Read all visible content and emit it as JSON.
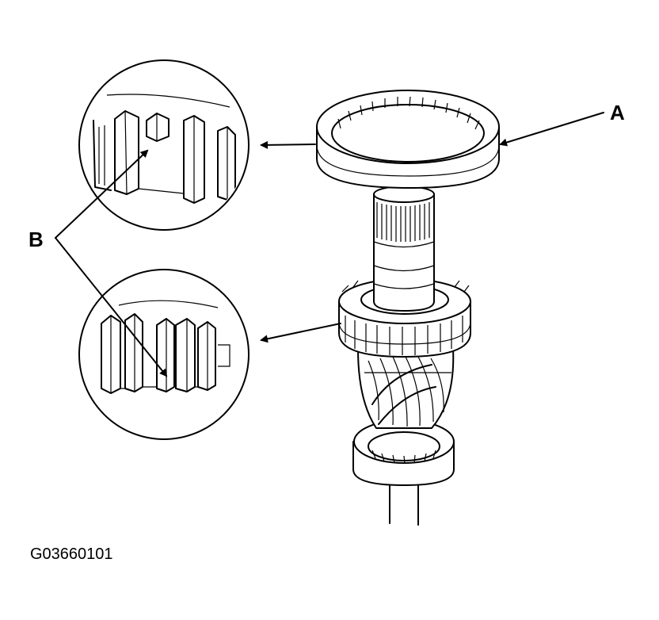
{
  "figure": {
    "callouts": {
      "a": "A",
      "b": "B"
    },
    "figure_code": "G03660101",
    "colors": {
      "ink": "#000000",
      "paper": "#ffffff"
    }
  }
}
